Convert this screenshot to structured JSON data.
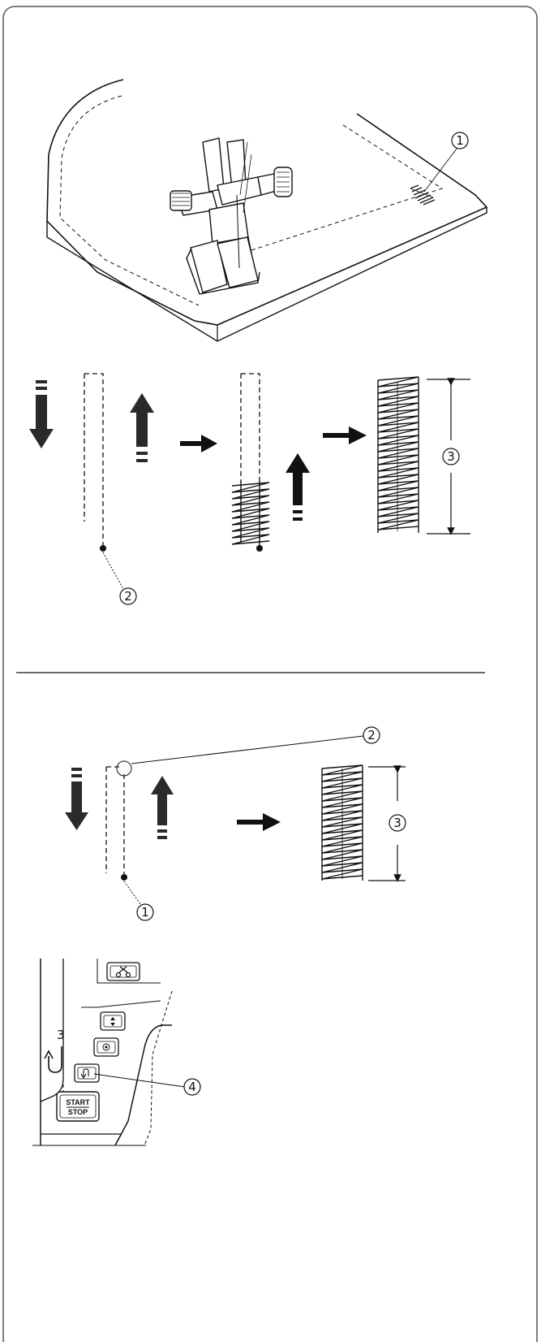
{
  "frame": {
    "border_color": "#555555"
  },
  "figure1": {
    "callout_1": "1"
  },
  "figure2": {
    "callout_2": "2",
    "callout_3": "3"
  },
  "figure3": {
    "callout_1": "1",
    "callout_2": "2",
    "callout_3": "3"
  },
  "panel": {
    "reverse_count": "3",
    "callout_4": "4",
    "start_stop_top": "START",
    "start_stop_bottom": "STOP",
    "buttons": [
      "scissors-icon",
      "needle-up-down-icon",
      "auto-lock-icon",
      "reverse-icon",
      "start-stop"
    ]
  },
  "colors": {
    "ink": "#111111",
    "arrow_dark": "#2a2a2a"
  }
}
